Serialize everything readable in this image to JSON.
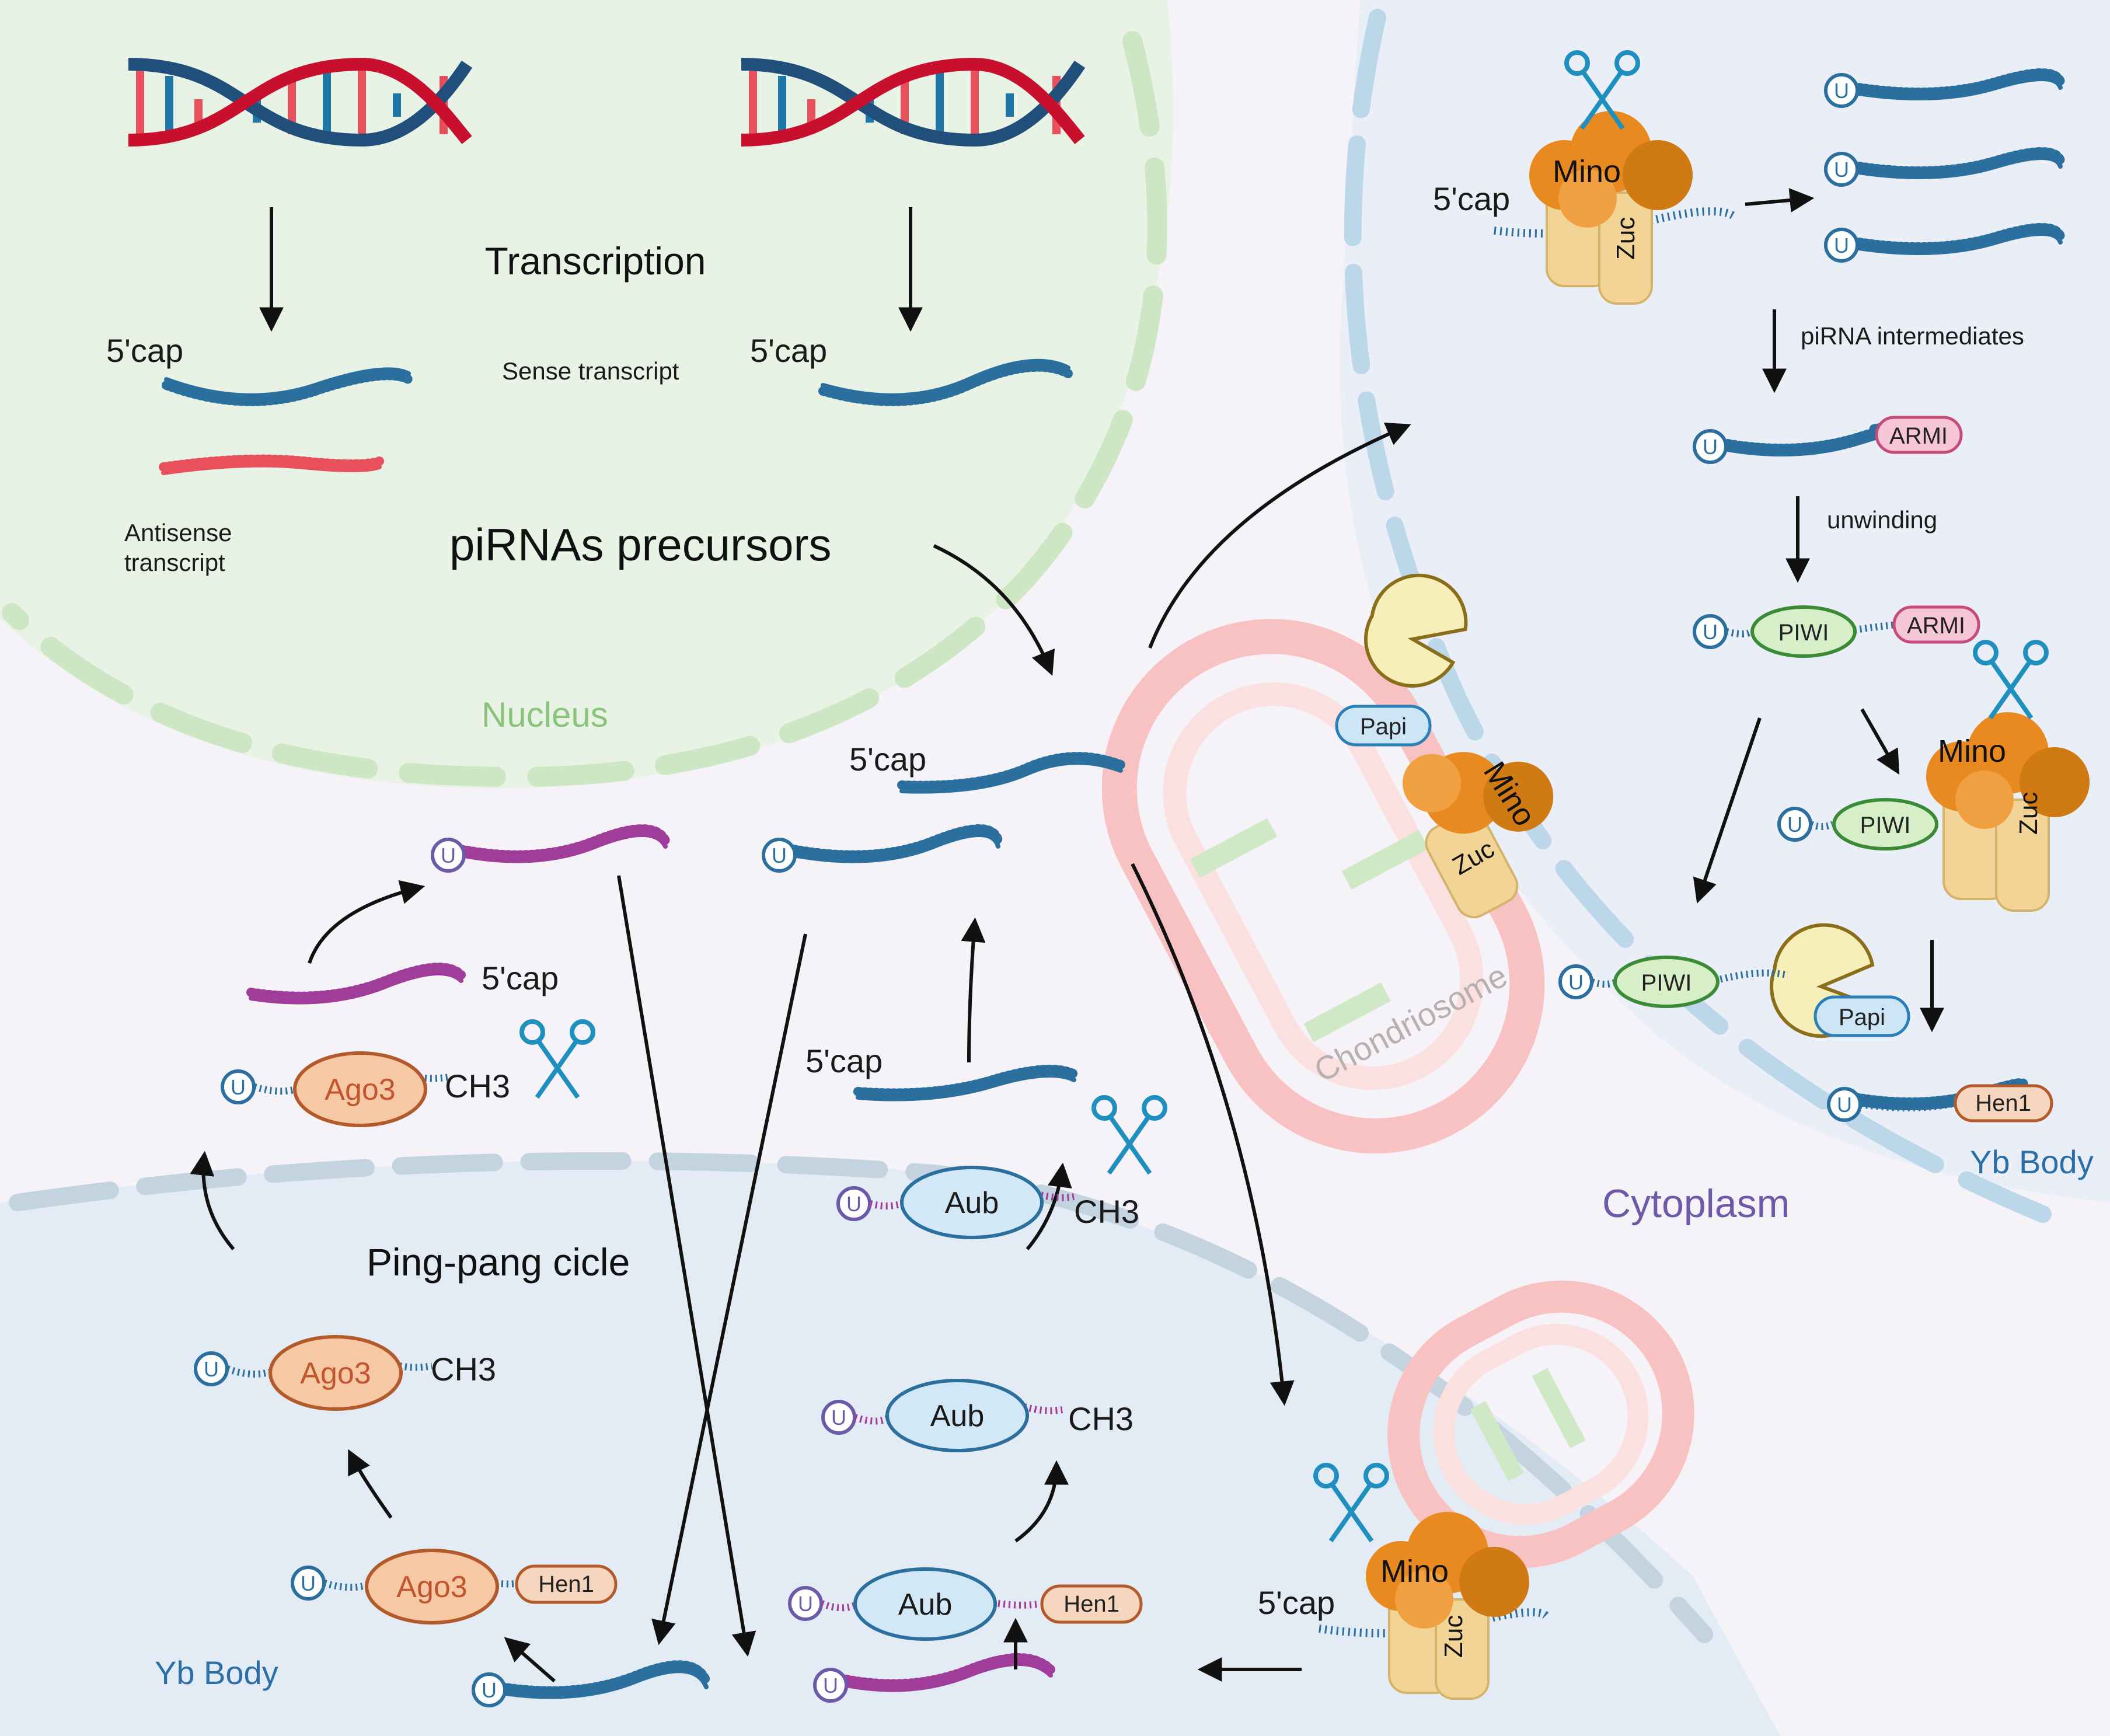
{
  "compartments": {
    "nucleus": "Nucleus",
    "cytoplasm": "Cytoplasm",
    "yb_body": "Yb Body",
    "chondriosome": "Chondriosome"
  },
  "labels": {
    "transcription": "Transcription",
    "sense_transcript": "Sense transcript",
    "antisense_1": "Antisense",
    "antisense_2": "transcript",
    "precursors": "piRNAs precursors",
    "cap": "5'cap",
    "ch3": "CH3",
    "u": "U",
    "ping_pang": "Ping-pang cicle",
    "intermediates": "piRNA intermediates",
    "unwinding": "unwinding"
  },
  "proteins": {
    "mino": "Mino",
    "zuc": "Zuc",
    "papi": "Papi",
    "armi": "ARMI",
    "piwi": "PIWI",
    "hen1": "Hen1",
    "ago3": "Ago3",
    "aub": "Aub"
  },
  "colors": {
    "nucleus_fill": "#e9f3e6",
    "nucleus_dash": "#c8e6c0",
    "cytoplasm_fill": "#f3f1f7",
    "yb_fill": "#e6eef6",
    "yb_dash": "#bcd6e9",
    "rna_blue": "#2b6f9e",
    "rna_red": "#e8505b",
    "rna_purple": "#a03c9a",
    "mito": "#f7c4c4",
    "ago_fill": "#f6c9a4",
    "ago_text": "#c0552e",
    "aub_fill": "#d3e8f6",
    "piwi_fill": "#d7efc8",
    "armi_fill": "#f6c6d7",
    "hen_fill": "#f6d6bf",
    "papi_fill": "#cde6f5"
  }
}
